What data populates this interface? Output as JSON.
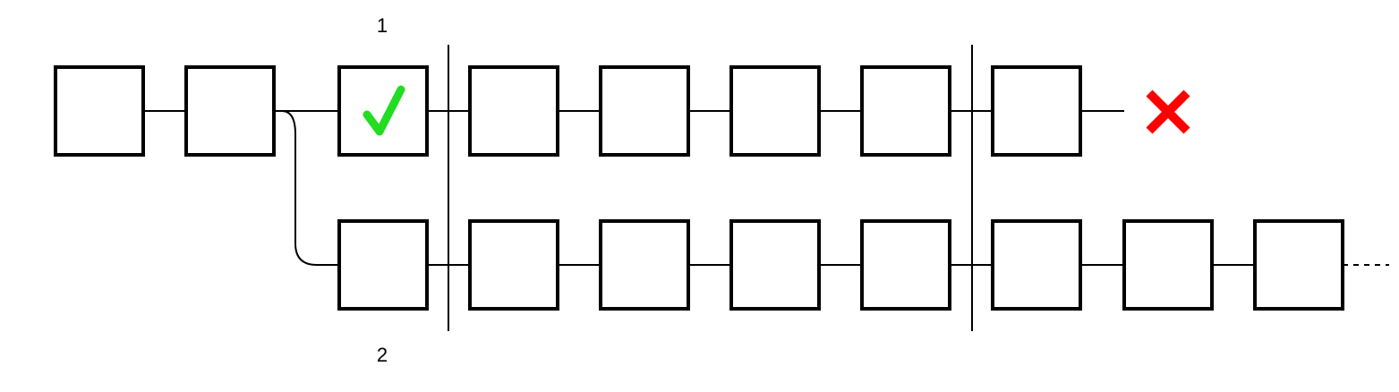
{
  "diagram": {
    "branch_labels": {
      "top": "1",
      "bottom": "2"
    },
    "top_branch": {
      "block_count": 8,
      "marked_block_status": "valid",
      "end_status": "invalid"
    },
    "bottom_branch": {
      "block_count": 10,
      "continues": true
    },
    "markers": {
      "valid_icon": "check-mark-icon",
      "invalid_icon": "cross-x-icon"
    },
    "colors": {
      "valid": "#22dd22",
      "invalid": "#ff0000",
      "block_stroke": "#000000"
    }
  }
}
